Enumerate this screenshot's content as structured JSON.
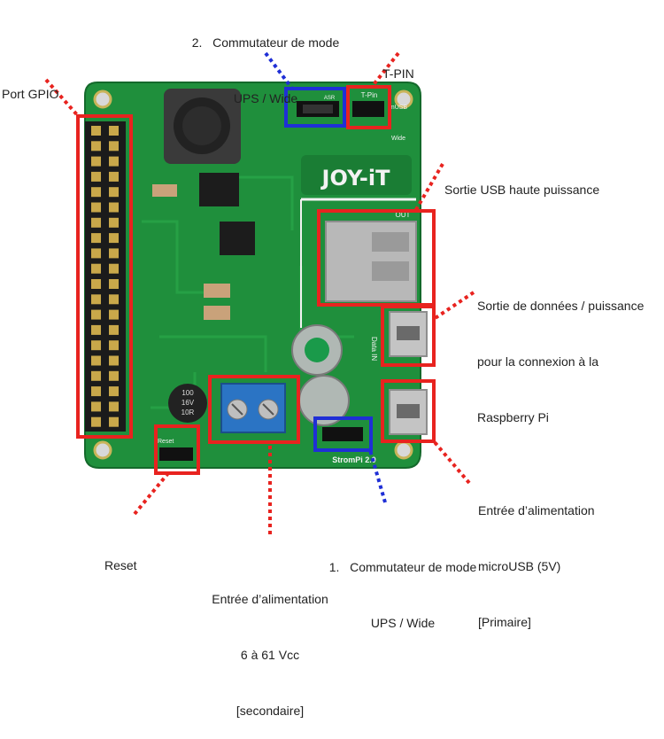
{
  "colors": {
    "pcb": "#1f8f3c",
    "pcb_dark": "#17712f",
    "highlight_red": "#e8231f",
    "highlight_blue": "#1f2fd6",
    "silkscreen": "#f2f2f2"
  },
  "board": {
    "logo": "JOY-iT",
    "model": "StromPi 2.0",
    "jumper_top_label": "ASR",
    "tpin_label": "T-Pin",
    "wide_label": "Wide",
    "musb_label": "mUSB",
    "out_label": "OUT",
    "data_in_label": "Data IN",
    "reset_label": "Reset",
    "capacitor_text": [
      "100",
      "16V",
      "10R"
    ]
  },
  "callouts": {
    "mode_switch_top": {
      "number": "2.",
      "lines": [
        "Commutateur de mode",
        "UPS / Wide"
      ]
    },
    "tpin": {
      "lines": [
        "T-PIN"
      ]
    },
    "gpio": {
      "lines": [
        "Port GPIO"
      ]
    },
    "usb_out": {
      "lines": [
        "Sortie USB haute puissance"
      ]
    },
    "data_out": {
      "lines": [
        "Sortie de données / puissance",
        "pour la connexion à la",
        "Raspberry Pi"
      ]
    },
    "micro_usb_in": {
      "lines": [
        "Entrée d’alimentation",
        "microUSB (5V)",
        "[Primaire]"
      ]
    },
    "mode_switch_bottom": {
      "number": "1.",
      "lines": [
        "Commutateur de mode",
        "UPS / Wide"
      ]
    },
    "reset": {
      "lines": [
        "Reset"
      ]
    },
    "dc_in": {
      "lines": [
        "Entrée d’alimentation",
        "6 à 61 Vcc",
        "[secondaire]"
      ]
    }
  }
}
